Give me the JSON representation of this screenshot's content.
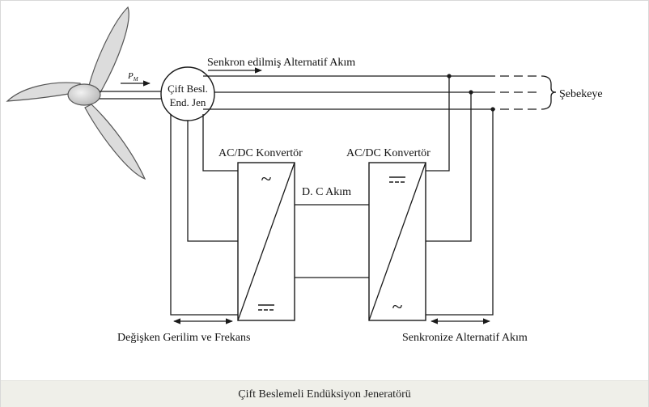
{
  "labels": {
    "pm": "P",
    "pm_sub": "M",
    "generator_line1": "Çift Besl.",
    "generator_line2": "End. Jen",
    "sync_ac": "Senkron edilmiş Alternatif Akım",
    "grid": "Şebekeye",
    "conv_left": "AC/DC Konvertör",
    "conv_right": "AC/DC Konvertör",
    "dc": "D. C Akım",
    "var_voltage": "Değişken Gerilim ve Frekans",
    "sync_ac_bottom": "Senkronize Alternatif Akım"
  },
  "icons": {
    "ac_symbol": "~",
    "dc_symbol": "="
  },
  "caption": "Çift Beslemeli Endüksiyon Jeneratörü",
  "colors": {
    "line": "#1a1a1a",
    "blade_fill": "#d9d9d9",
    "caption_bg": "#efefe9"
  }
}
